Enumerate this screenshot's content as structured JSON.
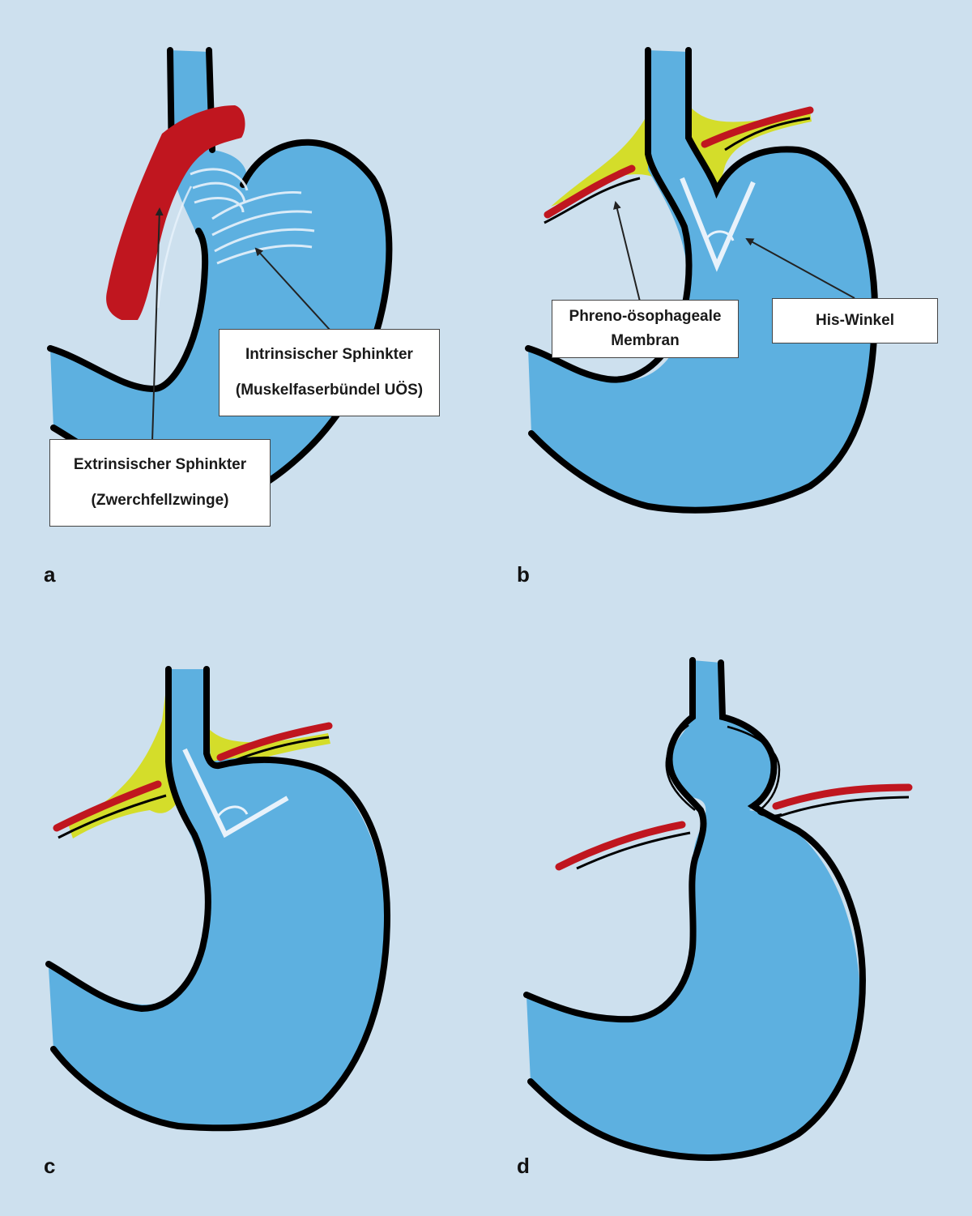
{
  "colors": {
    "background": "#cde0ee",
    "stomach": "#5db0e0",
    "outline": "#000000",
    "diaphragm": "#c0161f",
    "membrane": "#d4dd2a",
    "fibers": "#e8f2fb"
  },
  "panels": [
    {
      "letter": "a"
    },
    {
      "letter": "b"
    },
    {
      "letter": "c"
    },
    {
      "letter": "d"
    }
  ],
  "labels": {
    "intrinsic_line1": "Intrinsischer Sphinkter",
    "intrinsic_line2": "(Muskelfaserbündel UÖS)",
    "extrinsic_line1": "Extrinsischer Sphinkter",
    "extrinsic_line2": "(Zwerchfellzwinge)",
    "membrane_line1": "Phreno-ösophageale",
    "membrane_line2": "Membran",
    "his": "His-Winkel"
  }
}
